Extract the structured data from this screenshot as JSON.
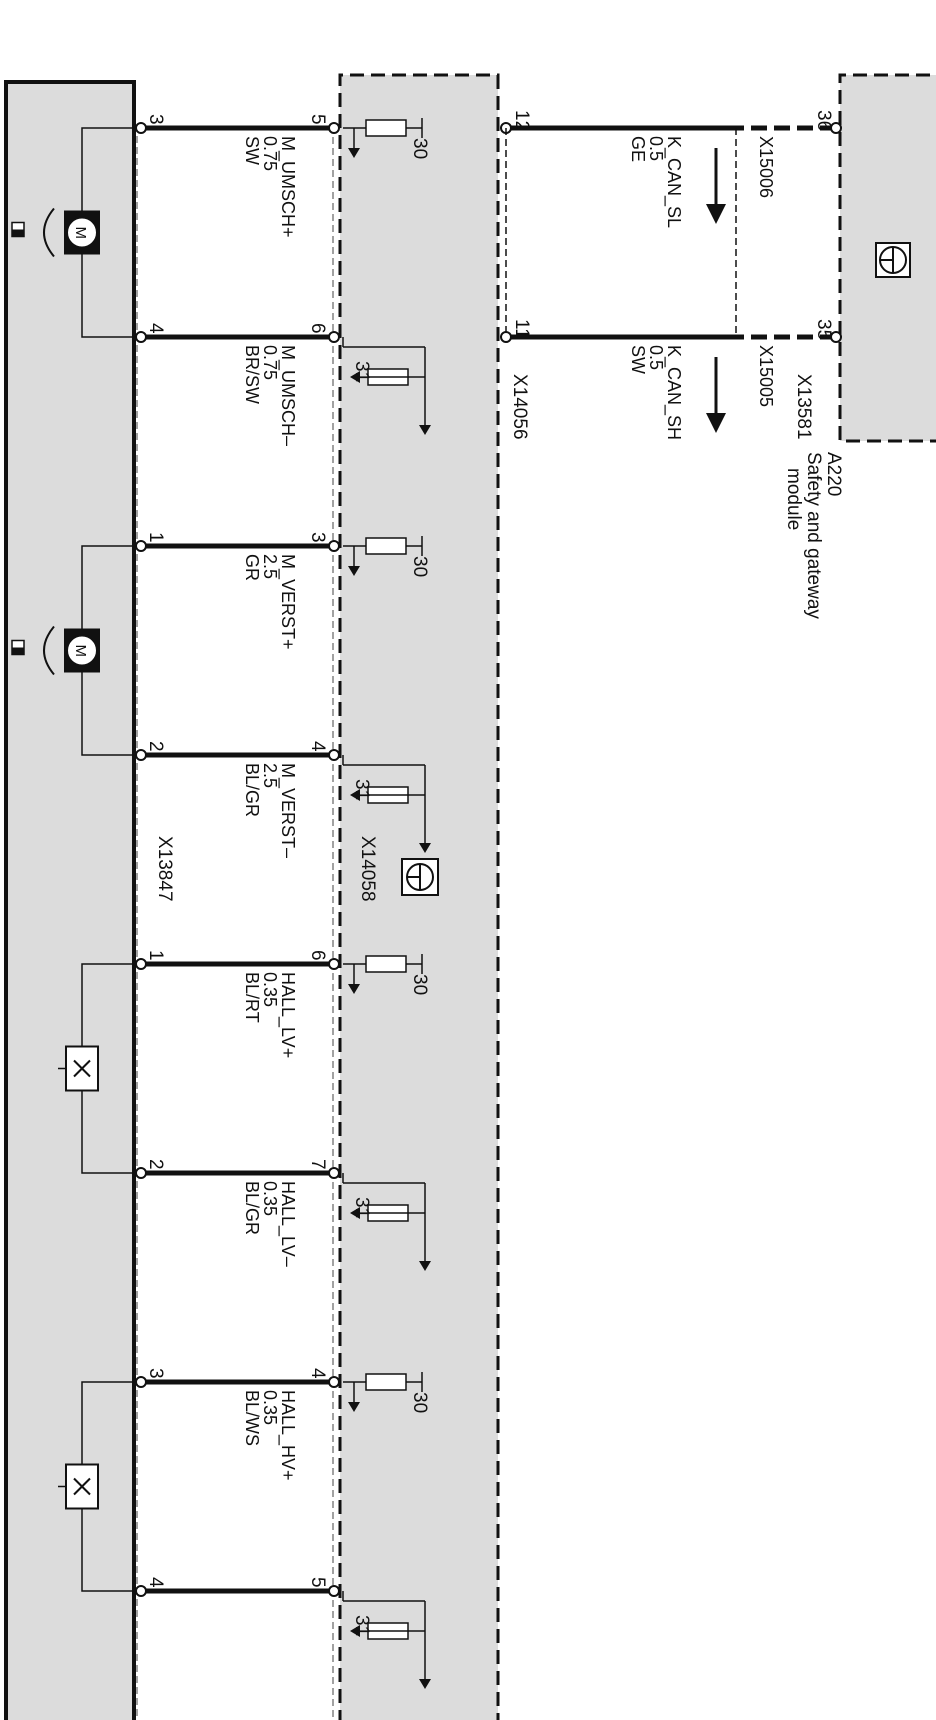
{
  "gateway_module": {
    "code": "A220",
    "label_line1": "Safety and gateway",
    "label_line2": "module",
    "connector": "X13581",
    "pins": [
      "36",
      "35"
    ]
  },
  "can_harness": {
    "connector": "X14056",
    "pins": [
      "12",
      "11"
    ],
    "wires": [
      {
        "connector": "X15006",
        "name": "K_CAN_SL",
        "gauge": "0.5",
        "color": "GE"
      },
      {
        "connector": "X15005",
        "name": "K_CAN_SH",
        "gauge": "0.5",
        "color": "SW"
      }
    ]
  },
  "control_unit": {
    "connector": "X14058",
    "supply": {
      "plus": "30",
      "ground": "31"
    }
  },
  "component": {
    "connector": "X13847",
    "motor_symbol": "M"
  },
  "wires": [
    {
      "name": "M_UMSCH+",
      "gauge": "0.75",
      "color": "SW",
      "ecu_pin": "5",
      "comp_pin": "3",
      "term": "30"
    },
    {
      "name": "M_UMSCH–",
      "gauge": "0.75",
      "color": "BR/SW",
      "ecu_pin": "6",
      "comp_pin": "4",
      "term": "31"
    },
    {
      "name": "M_VERST+",
      "gauge": "2.5",
      "color": "GR",
      "ecu_pin": "3",
      "comp_pin": "1",
      "term": "30"
    },
    {
      "name": "M_VERST–",
      "gauge": "2.5",
      "color": "BL/GR",
      "ecu_pin": "4",
      "comp_pin": "2",
      "term": "31"
    },
    {
      "name": "HALL_LV+",
      "gauge": "0.35",
      "color": "BL/RT",
      "ecu_pin": "6",
      "comp_pin": "1",
      "term": "30"
    },
    {
      "name": "HALL_LV–",
      "gauge": "0.35",
      "color": "BL/GR",
      "ecu_pin": "7",
      "comp_pin": "2",
      "term": "31"
    },
    {
      "name": "HALL_HV+",
      "gauge": "0.35",
      "color": "BL/WS",
      "ecu_pin": "4",
      "comp_pin": "3",
      "term": "30"
    },
    {
      "name": "",
      "gauge": "",
      "color": "",
      "ecu_pin": "5",
      "comp_pin": "4",
      "term": "31"
    }
  ]
}
